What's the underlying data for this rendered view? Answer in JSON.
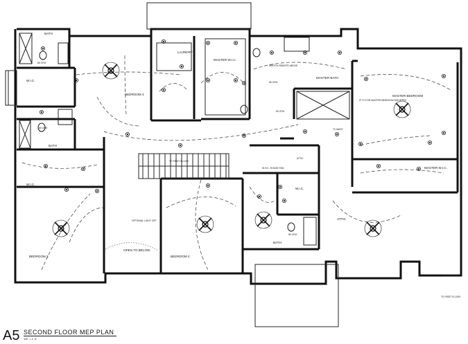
{
  "drawing": {
    "id": "A5",
    "title": "SECOND FLOOR MEP PLAN",
    "scale": "1/8\" = 1'-0\""
  },
  "rooms": {
    "bath_top": "BATH",
    "wic_left": "W.I.C.",
    "bath_left": "BATH",
    "wic_lower": "W.I.C.",
    "bedroom3": "BEDROOM 3",
    "bedroom4": "BEDROOM 4",
    "laundry": "LAUNDRY",
    "master_wic": "MASTER W.I.C.",
    "master_bath": "MASTER BATH",
    "master_bedroom": "MASTER BEDROOM",
    "master_wic_right": "MASTER W.I.C.",
    "attic_small": "ATTIC",
    "attic": "ATTIC",
    "wic_center": "W.I.C.",
    "bath_center": "BATH",
    "bedroom2": "BEDROOM 2",
    "open_below": "OPEN TO BELOW"
  },
  "notes": {
    "cfm_1": "80 CFM",
    "cfm_2": "80 CFM",
    "cfm_3": "80 CFM",
    "cfm_4": "80 CFM",
    "cfm_5": "80 CFM",
    "house_fan": "W.H.C. HOUSE FAN",
    "to_first_floor": "TO FIRST FLOOR",
    "optional_light": "OPTIONAL LIGHT OFF",
    "to_first_floor_right": "TO FIRST FLOOR",
    "tv_note": "TV MAST",
    "switch_note": "SWITCH REMOTE ABOVE",
    "tv_outlet_note": "IF TV FOR MASTER BEDROOM MOUNTED"
  }
}
